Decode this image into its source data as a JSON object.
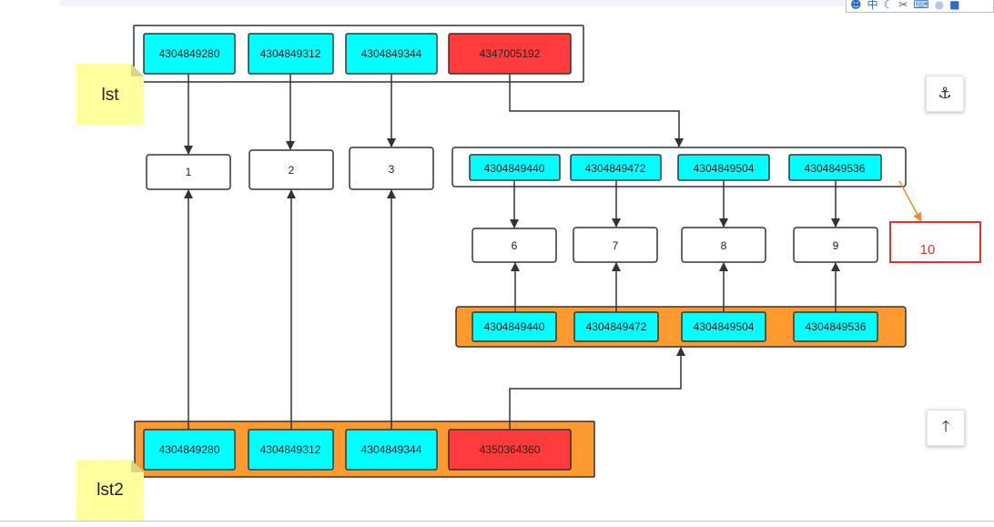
{
  "toolbar": {
    "icons": [
      "user-circle-icon",
      "chinese-input-icon",
      "moon-punctuation-icon",
      "scissors-icon",
      "keyboard-icon",
      "user-silhouette-icon",
      "square-icon"
    ],
    "input_mode": "中"
  },
  "buttons": {
    "anchor": "⚓",
    "back_to_top": "🡑"
  },
  "diagram": {
    "lst_label": "lst",
    "lst2_label": "lst2",
    "lst_cells": [
      "4304849280",
      "4304849312",
      "4304849344",
      "4347005192"
    ],
    "lst2_cells": [
      "4304849280",
      "4304849312",
      "4304849344",
      "4350364360"
    ],
    "values_top": [
      "1",
      "2",
      "3"
    ],
    "inner_list_cells": [
      "4304849440",
      "4304849472",
      "4304849504",
      "4304849536"
    ],
    "inner_values": [
      "6",
      "7",
      "8",
      "9"
    ],
    "copy_list_cells": [
      "4304849440",
      "4304849472",
      "4304849504",
      "4304849536"
    ],
    "annotation": "10",
    "colors": {
      "cyan": "#00ffff",
      "red": "#ff3b3b",
      "orange": "#ff9a2e",
      "sticky": "#ffff9e",
      "annotation": "#e0342f",
      "annotation_arrow": "#f08a2c"
    }
  }
}
